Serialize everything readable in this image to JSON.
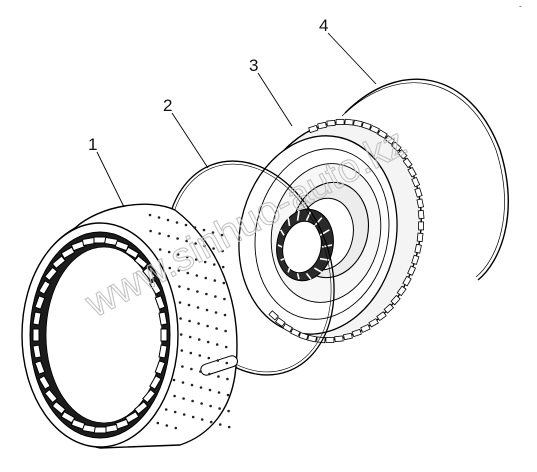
{
  "figure": {
    "callouts": [
      {
        "id": "1",
        "label": "1"
      },
      {
        "id": "2",
        "label": "2"
      },
      {
        "id": "3",
        "label": "3"
      },
      {
        "id": "4",
        "label": "4"
      }
    ],
    "watermark": "www.sinhuo-auto.kz",
    "corner_mark": "-"
  }
}
